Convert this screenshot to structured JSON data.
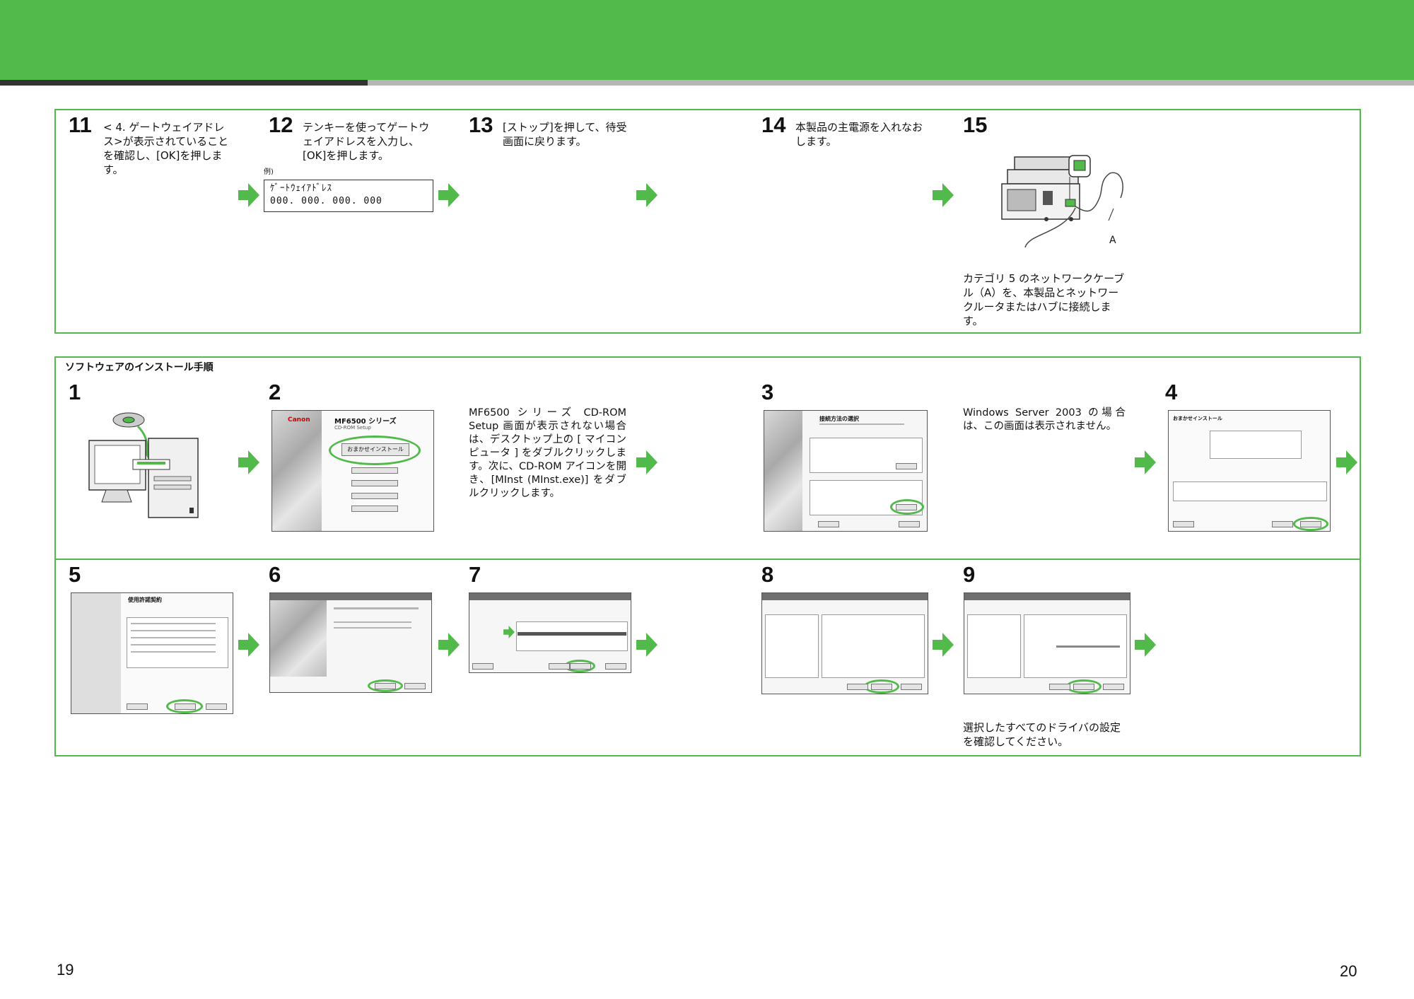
{
  "section_title": "ソフトウェアのインストール手順",
  "row1": {
    "steps": [
      {
        "num": "11",
        "text": "< 4. ゲートウェイアドレス>が表示されていることを確認し、[OK]を押します。"
      },
      {
        "num": "12",
        "text": "テンキーを使ってゲートウェイアドレスを入力し、[OK]を押します。"
      },
      {
        "num": "13",
        "text": "[ストップ]を押して、待受画面に戻ります。"
      },
      {
        "num": "14",
        "text": "本製品の主電源を入れなおします。"
      },
      {
        "num": "15",
        "text": "カテゴリ 5 のネットワークケーブル（A）を、本製品とネットワークルータまたはハブに接続します。"
      }
    ],
    "example_label": "例)",
    "lcd_line1": "ｹﾞｰﾄｳｪｲｱﾄﾞﾚｽ",
    "lcd_line2": "000. 000. 000. 000",
    "callout_label": "A"
  },
  "row2": {
    "steps": [
      {
        "num": "1"
      },
      {
        "num": "2",
        "shot_brand": "Canon",
        "shot_title": "MF6500 シリーズ",
        "shot_subtitle": "CD-ROM Setup",
        "shot_button": "おまかせインストール"
      },
      {
        "num": "3",
        "shot_title": "接続方法の選択"
      },
      {
        "num": "4",
        "shot_title": "おまかせインストール"
      }
    ],
    "note2": "MF6500 シリーズ CD-ROM Setup 画面が表示されない場合は、デスクトップ上の [ マイコンピュータ ] をダブルクリックします。次に、CD-ROM アイコンを開き、[MInst (MInst.exe)] をダブルクリックします。",
    "note3": "Windows Server 2003 の場合は、この画面は表示されません。"
  },
  "row3": {
    "steps": [
      {
        "num": "5",
        "shot_title": "使用許諾契約"
      },
      {
        "num": "6"
      },
      {
        "num": "7"
      },
      {
        "num": "8"
      },
      {
        "num": "9",
        "text": "選択したすべてのドライバの設定を確認してください。"
      }
    ]
  },
  "page_left": "19",
  "page_right": "20",
  "colors": {
    "accent_green": "#52b94b",
    "dark_rule": "#333333",
    "light_rule": "#b6b6b6"
  }
}
